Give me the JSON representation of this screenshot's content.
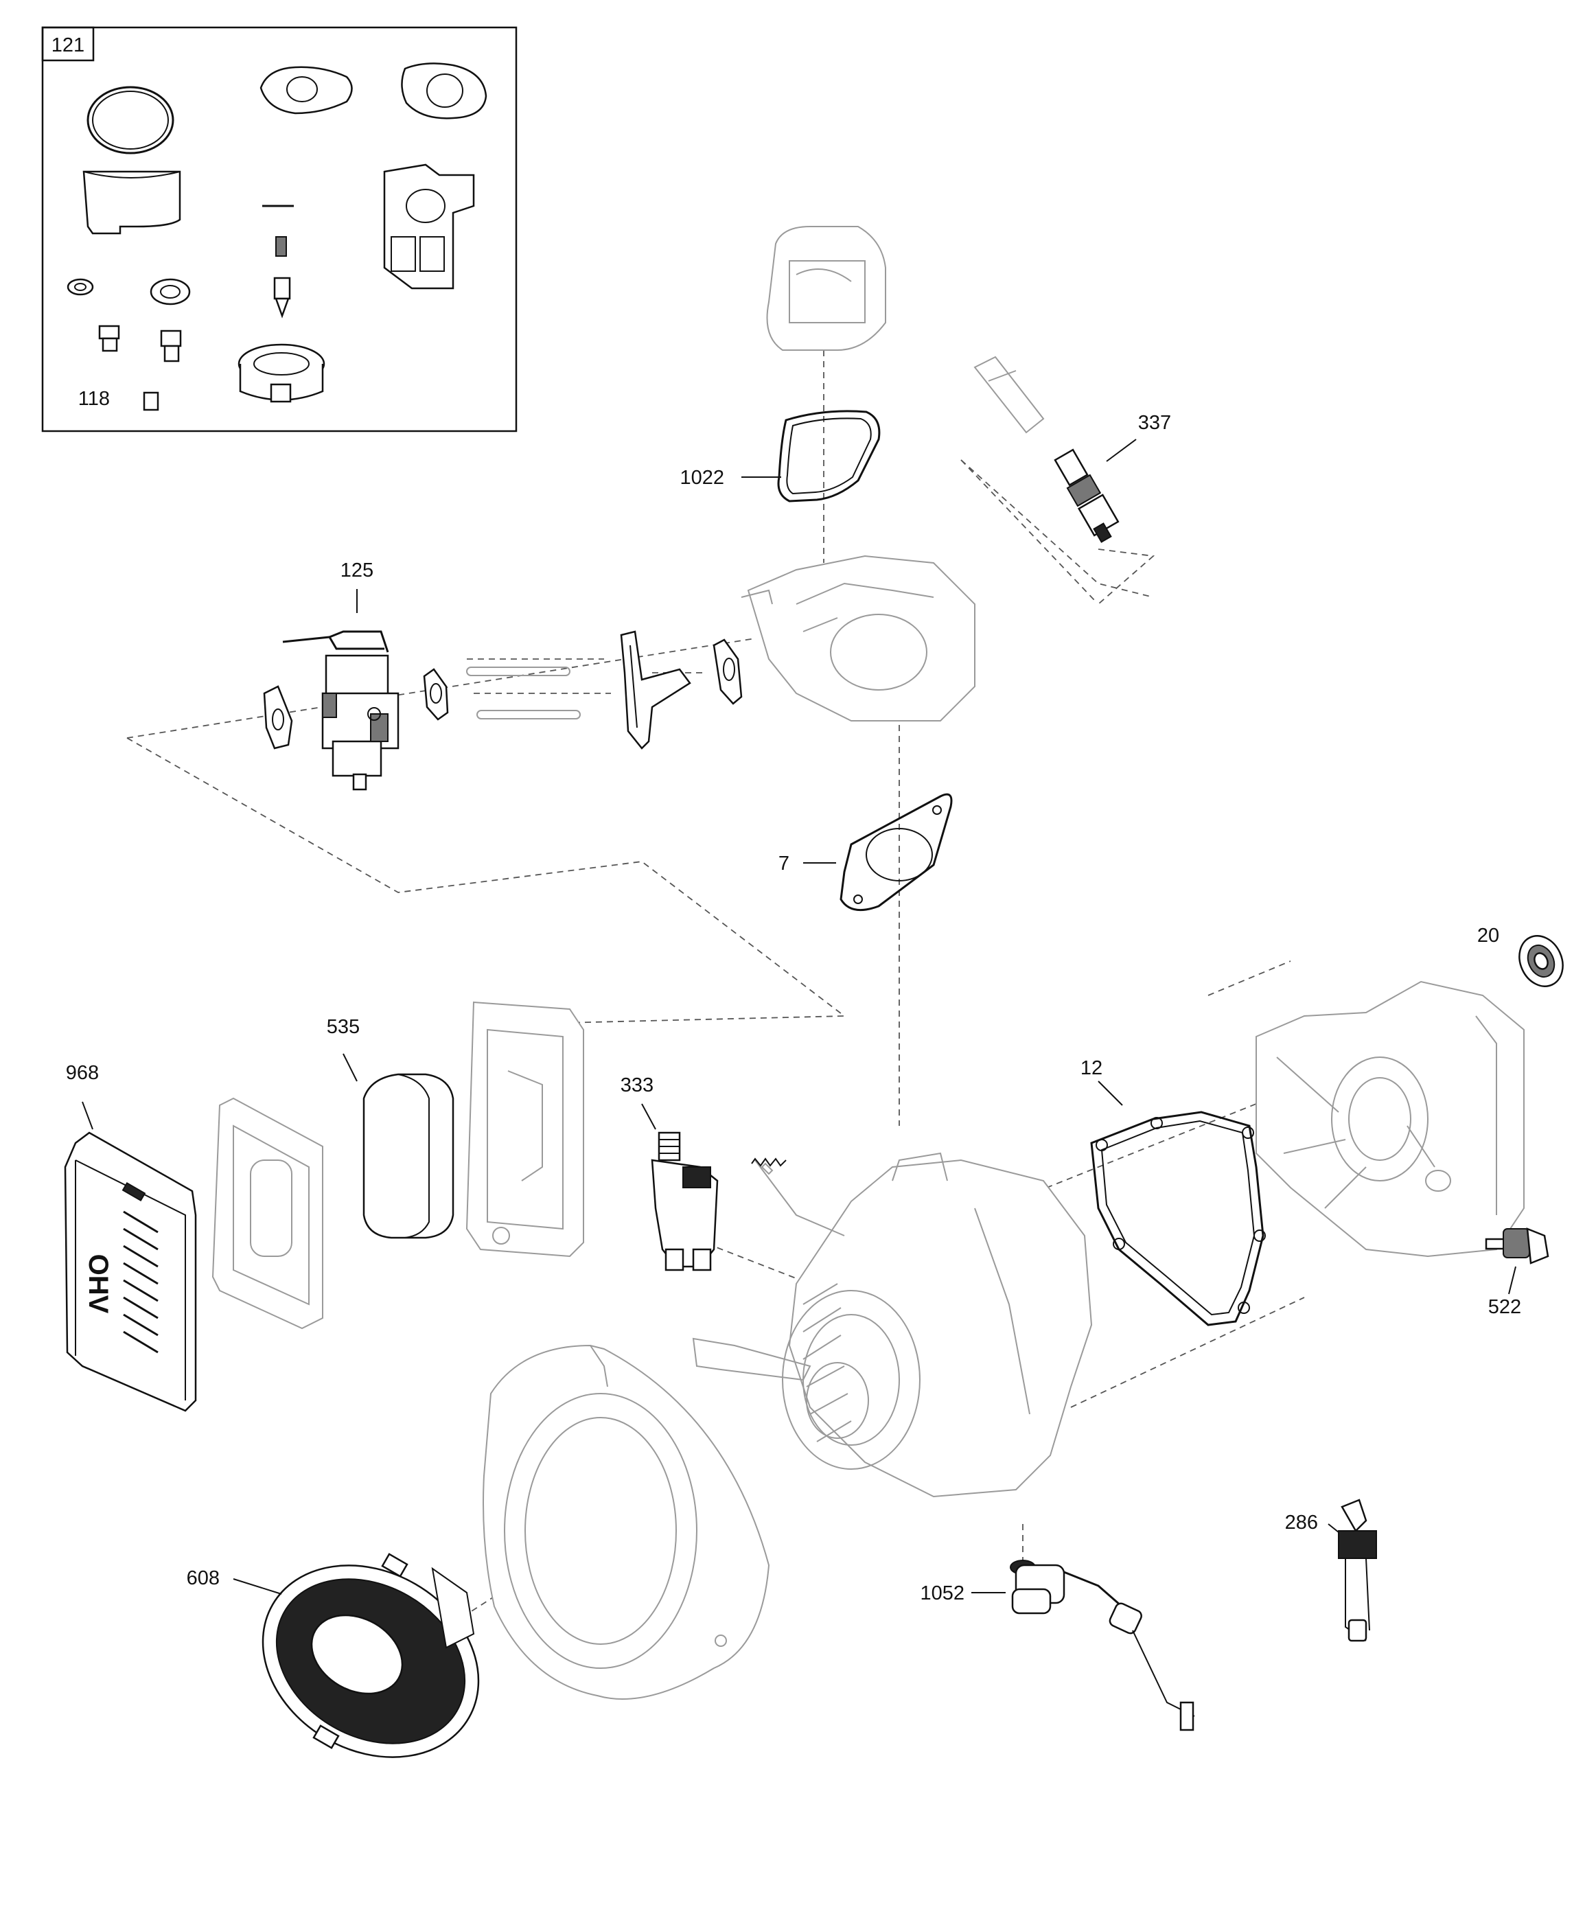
{
  "diagram": {
    "kit_box_label": "121",
    "callouts": {
      "p118": "118",
      "p337": "337",
      "p1022": "1022",
      "p125": "125",
      "p7": "7",
      "p20": "20",
      "p535": "535",
      "p968": "968",
      "p333": "333",
      "p12": "12",
      "p522": "522",
      "p286": "286",
      "p608": "608",
      "p1052": "1052"
    },
    "emblem_text": "OHV"
  }
}
